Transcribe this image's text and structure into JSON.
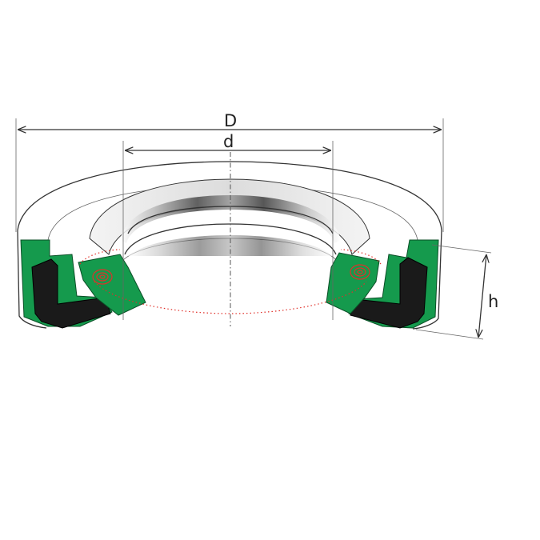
{
  "dimensions": {
    "outer_diameter_label": "D",
    "inner_diameter_label": "d",
    "height_label": "h"
  },
  "colors": {
    "elastomer": "#159a4d",
    "insert": "#1a1a1a",
    "spring": "#e0302a",
    "background": "#ffffff"
  }
}
